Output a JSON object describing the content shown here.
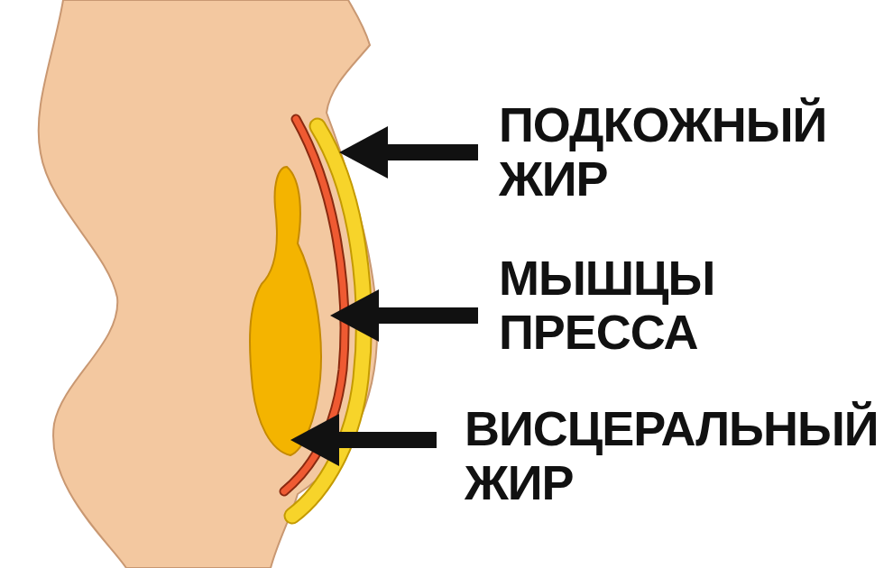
{
  "diagram": {
    "labels": [
      "ПОДКОЖНЫЙ ЖИР",
      "МЫШЦЫ ПРЕССА",
      "ВИСЦЕРАЛЬНЫЙ ЖИР"
    ]
  }
}
